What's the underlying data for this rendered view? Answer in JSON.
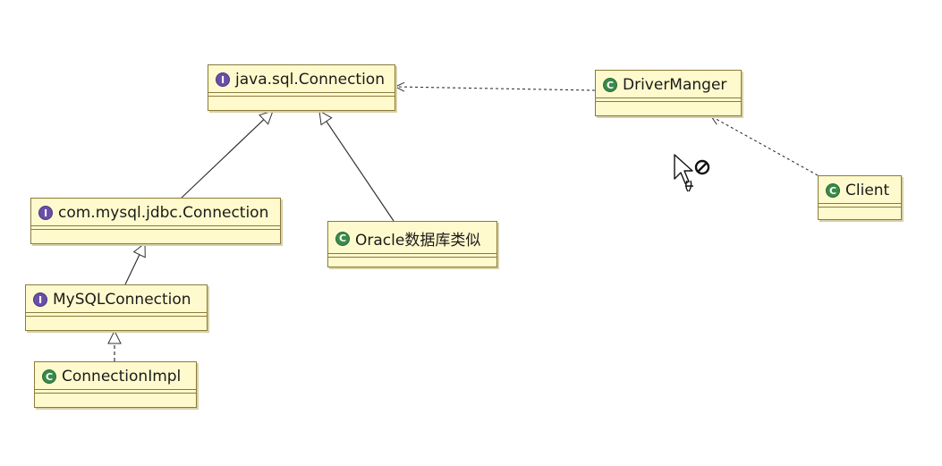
{
  "diagram": {
    "nodes": [
      {
        "id": "java-sql-connection",
        "kind": "interface",
        "badge": "I",
        "label": "java.sql.Connection"
      },
      {
        "id": "driver-manger",
        "kind": "class",
        "badge": "C",
        "label": "DriverManger"
      },
      {
        "id": "client",
        "kind": "class",
        "badge": "C",
        "label": "Client"
      },
      {
        "id": "com-mysql-jdbc-connection",
        "kind": "interface",
        "badge": "I",
        "label": "com.mysql.jdbc.Connection"
      },
      {
        "id": "oracle-class",
        "kind": "class",
        "badge": "C",
        "label": "Oracle数据库类似"
      },
      {
        "id": "mysql-connection",
        "kind": "interface",
        "badge": "I",
        "label": "MySQLConnection"
      },
      {
        "id": "connection-impl",
        "kind": "class",
        "badge": "C",
        "label": "ConnectionImpl"
      }
    ],
    "edges": [
      {
        "from": "com-mysql-jdbc-connection",
        "to": "java-sql-connection",
        "type": "generalization"
      },
      {
        "from": "oracle-class",
        "to": "java-sql-connection",
        "type": "generalization"
      },
      {
        "from": "mysql-connection",
        "to": "com-mysql-jdbc-connection",
        "type": "generalization"
      },
      {
        "from": "connection-impl",
        "to": "mysql-connection",
        "type": "realization"
      },
      {
        "from": "driver-manger",
        "to": "java-sql-connection",
        "type": "dependency"
      },
      {
        "from": "client",
        "to": "driver-manger",
        "type": "dependency"
      }
    ]
  },
  "colors": {
    "box_fill": "#fffacd",
    "box_border": "#8a7a3a",
    "interface_badge": "#6a4fa8",
    "class_badge": "#3a8a4a",
    "line": "#333333"
  },
  "cursor": {
    "icon": "no-drop-cursor-icon"
  }
}
